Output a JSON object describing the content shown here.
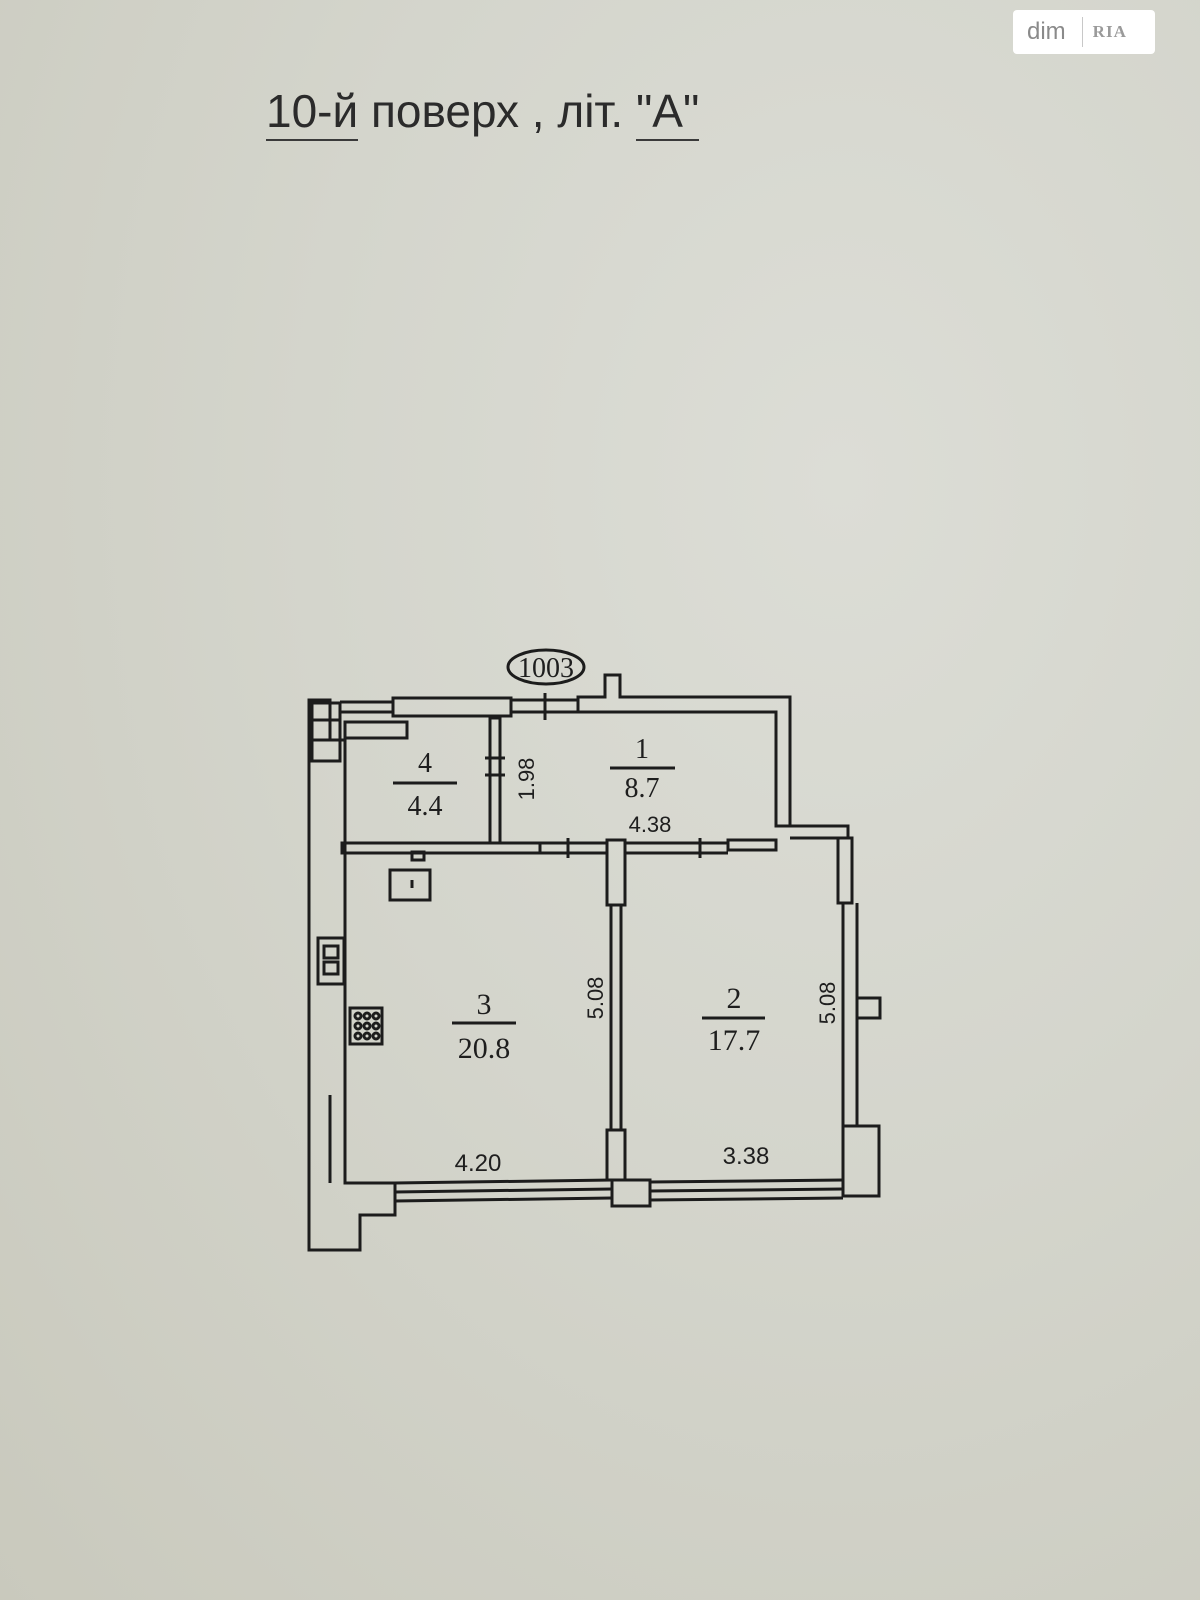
{
  "watermark": {
    "dim": "dim",
    "ria": "RIA"
  },
  "heading": {
    "floor": "10-й",
    "middle": " поверх , літ. ",
    "letter": "\"А\""
  },
  "plan": {
    "apartment_number": "1003",
    "rooms": [
      {
        "number": "1",
        "area": "8.7"
      },
      {
        "number": "2",
        "area": "17.7"
      },
      {
        "number": "3",
        "area": "20.8"
      },
      {
        "number": "4",
        "area": "4.4"
      }
    ],
    "dimensions": {
      "corridor_width": "4.38",
      "storage_depth": "1.98",
      "room3_length": "5.08",
      "room2_length": "5.08",
      "room3_width": "4.20",
      "room2_width": "3.38"
    },
    "icons": [
      "sink-icon",
      "stove-icon",
      "ventilation-shaft-icon"
    ]
  }
}
